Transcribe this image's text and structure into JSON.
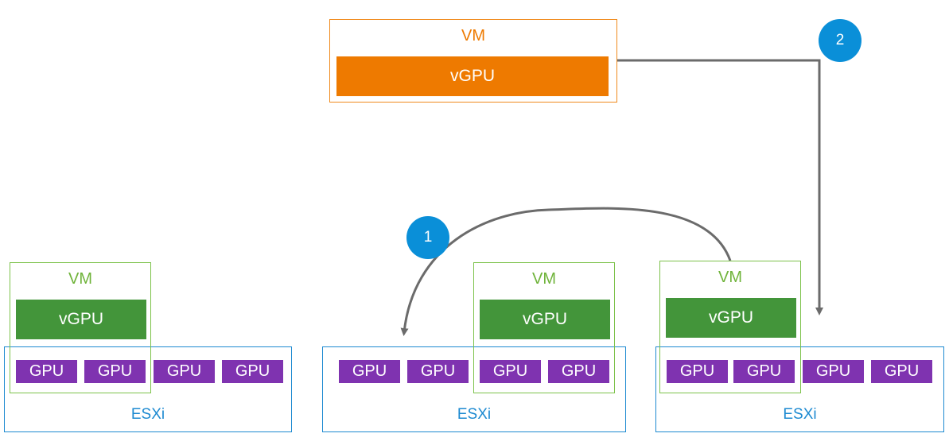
{
  "labels": {
    "vm": "VM",
    "vgpu": "vGPU",
    "gpu": "GPU",
    "esxi": "ESXi"
  },
  "steps": {
    "one": "1",
    "two": "2"
  },
  "colors": {
    "esxi_border": "#1d8ad1",
    "gpu_fill": "#7f33b0",
    "vm_green_border": "#7cc24a",
    "vgpu_green_fill": "#43953a",
    "vm_orange_border": "#f08a1c",
    "vgpu_orange_fill": "#ee7a00",
    "badge_fill": "#0a8fd8",
    "arrow": "#6b6b6b"
  }
}
